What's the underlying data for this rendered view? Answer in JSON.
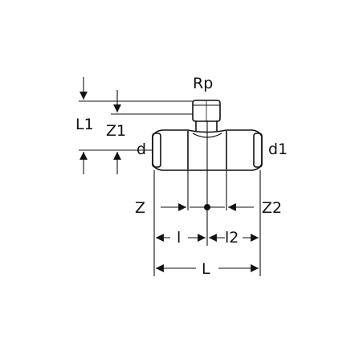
{
  "labels": {
    "rp": "Rp",
    "l1": "L1",
    "z1": "Z1",
    "d": "d",
    "d1": "d1",
    "z": "Z",
    "z2": "Z2",
    "l": "l",
    "l2": "l2",
    "L": "L"
  },
  "colors": {
    "line": "#111111",
    "dim": "#444444",
    "background": "#ffffff"
  }
}
